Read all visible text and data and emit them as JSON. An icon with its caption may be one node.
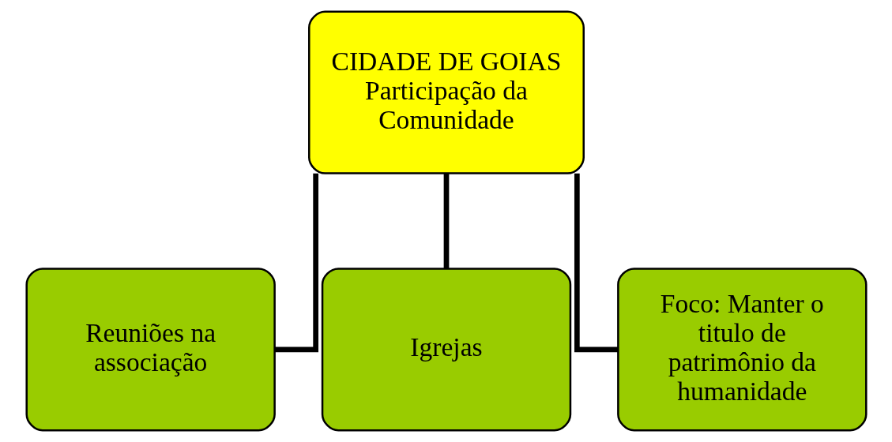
{
  "diagram": {
    "nodes": [
      {
        "text": [
          "CIDADE DE GOIAS",
          "Participação da Comunidade"
        ]
      },
      {
        "text": [
          "Reuniões na associação"
        ]
      },
      {
        "text": [
          "Igrejas"
        ]
      },
      {
        "text": [
          "Foco: Manter o titulo de patrimônio da humanidade"
        ]
      }
    ],
    "edges": [
      {
        "from": 0,
        "to": 1,
        "arrow": "none"
      },
      {
        "from": 0,
        "to": 2,
        "arrow": "none"
      },
      {
        "from": 0,
        "to": 3,
        "arrow": "none"
      }
    ]
  }
}
